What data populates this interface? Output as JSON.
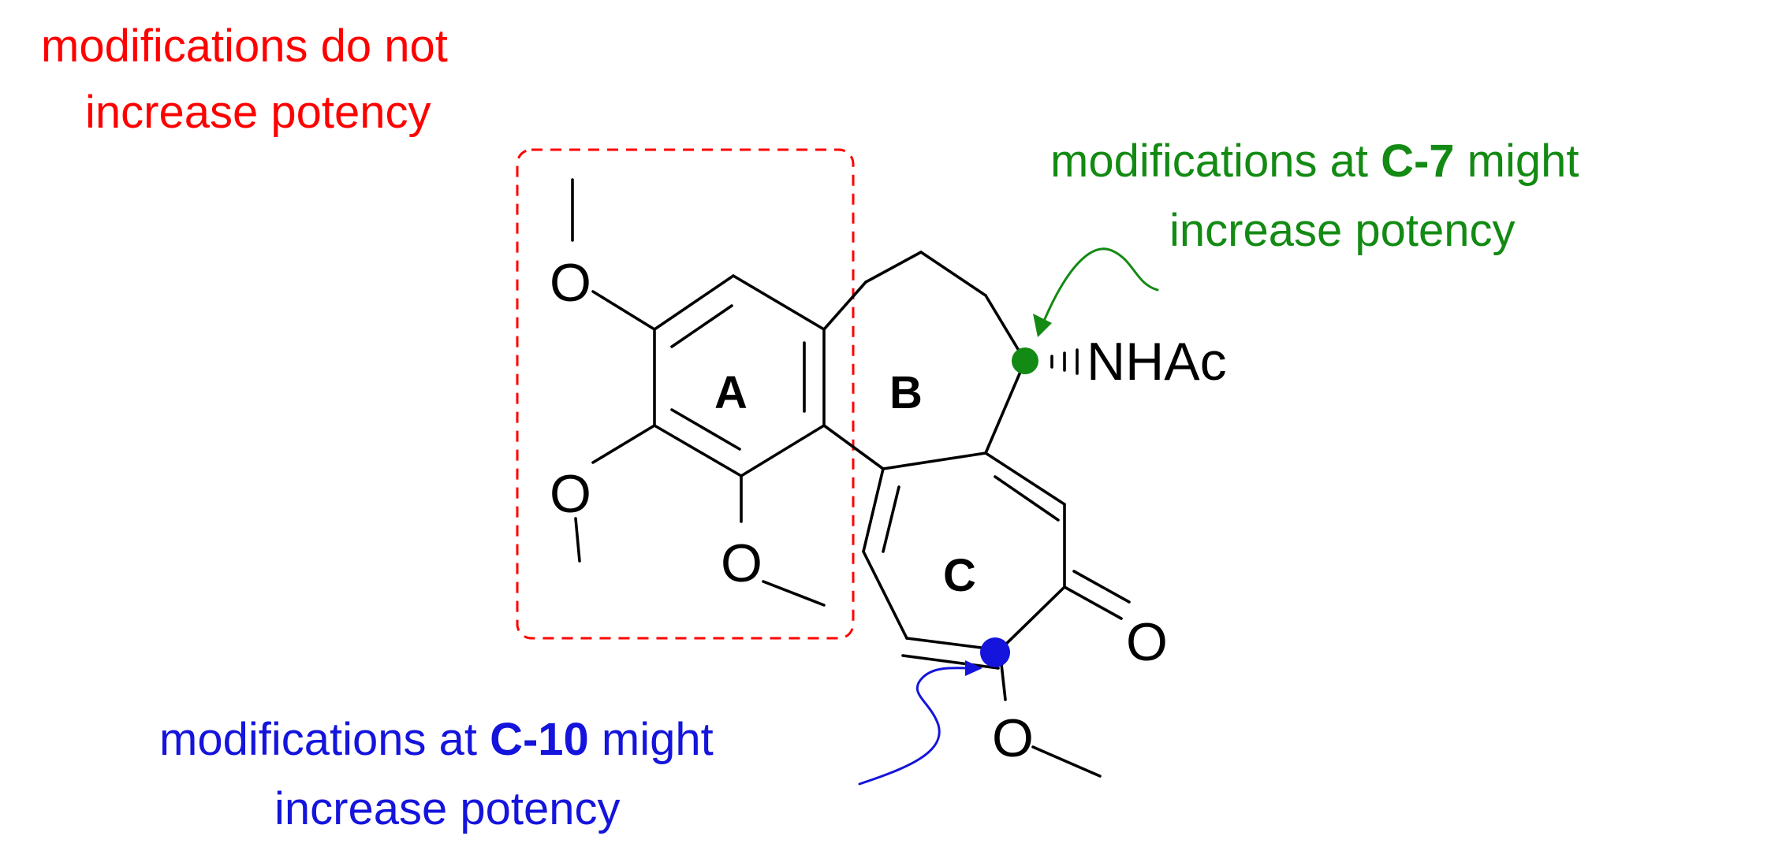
{
  "colors": {
    "red": "#ff0000",
    "green": "#138a13",
    "blue": "#1414dc",
    "black": "#000000"
  },
  "annotations": {
    "ring_a": {
      "line1": "modifications do not",
      "line2": "increase potency"
    },
    "c7": {
      "line1_pre": "modifications at ",
      "line1_bold": "C-7",
      "line1_post": " might",
      "line2": "increase potency"
    },
    "c10": {
      "line1_pre": "modifications at ",
      "line1_bold": "C-10",
      "line1_post": " might",
      "line2": "increase potency"
    }
  },
  "molecule": {
    "ring_labels": {
      "a": "A",
      "b": "B",
      "c": "C"
    },
    "atoms": {
      "o_1": "O",
      "o_2": "O",
      "o_3": "O",
      "o_carbonyl": "O",
      "o_c10": "O",
      "nhac": "NHAc"
    }
  }
}
